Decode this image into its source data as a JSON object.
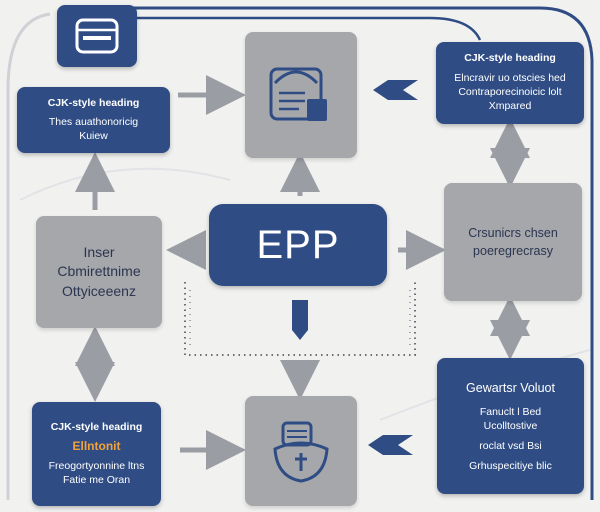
{
  "center": {
    "label": "EPP"
  },
  "top_left": {
    "title": "CJK-style heading",
    "lines": [
      "Thes auathonoricig",
      "Kuiew"
    ]
  },
  "top_right": {
    "title": "CJK-style heading",
    "lines": [
      "Elncravir uo otscies hed",
      "Contraporecinoicic lolt",
      "Xmpared"
    ]
  },
  "mid_left": {
    "lines": [
      "Inser",
      "Cbmirettnime",
      "Ottyiceeenz"
    ]
  },
  "mid_right": {
    "lines": [
      "Crsunicrs chsen",
      "poeregrecrasy"
    ]
  },
  "bottom_left": {
    "title": "CJK-style heading",
    "accent": "Ellntonit",
    "lines": [
      "Freogortyonnine ltns",
      "Fatie me Oran"
    ]
  },
  "bottom_right": {
    "lines": [
      "Gewartsr Voluot",
      "Fanuclt l Bed",
      "Ucolltostive",
      "roclat vsd Bsi",
      "Grhuspecitiye blic"
    ]
  },
  "colors": {
    "navy": "#2f4d84",
    "gray": "#a6a7ab",
    "accent": "#f2a23c"
  },
  "icons": [
    "database-icon",
    "document-icon",
    "shield-lock-icon"
  ]
}
